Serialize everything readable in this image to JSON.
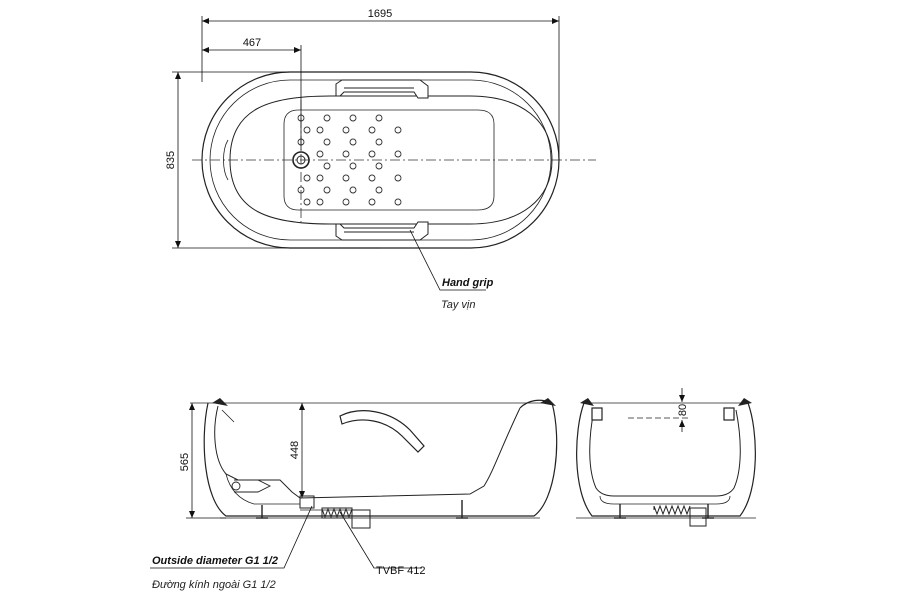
{
  "dimensions": {
    "length": "1695",
    "drain_offset": "467",
    "width": "835",
    "height": "565",
    "water_depth": "448",
    "rim_offset": "80"
  },
  "labels": {
    "hand_grip": "Hand grip",
    "hand_grip_vi": "Tay vịn",
    "outside_diameter": "Outside diameter G1 1/2",
    "outside_diameter_vi": "Đường kính ngoài G1 1/2",
    "drain_model": "TVBF 412"
  }
}
